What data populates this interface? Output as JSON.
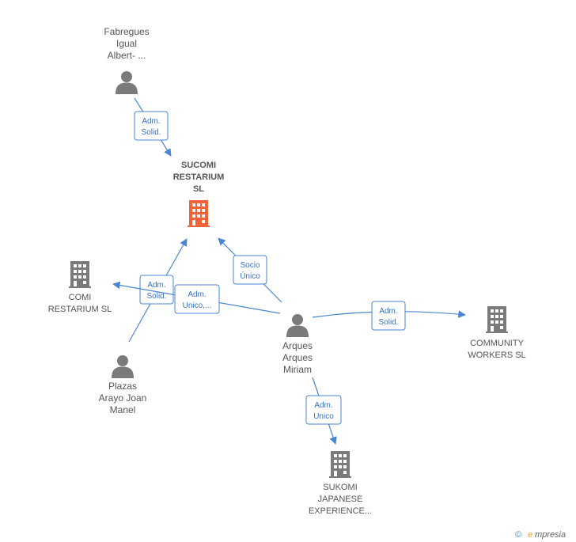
{
  "colors": {
    "edge": "#4a86d0",
    "person_icon": "#7a7a7a",
    "company_icon": "#7a7a7a",
    "highlight_company_icon": "#f4623a",
    "label": "#555555"
  },
  "nodes": [
    {
      "id": "fabregues",
      "kind": "person",
      "label_lines": [
        "Fabregues",
        "Igual",
        "Albert- ..."
      ]
    },
    {
      "id": "sucomi",
      "kind": "company",
      "highlight": true,
      "label_lines": [
        "SUCOMI",
        "RESTARIUM",
        "SL"
      ]
    },
    {
      "id": "comi",
      "kind": "company",
      "label_lines": [
        "COMI",
        "RESTARIUM  SL"
      ]
    },
    {
      "id": "plazas",
      "kind": "person",
      "label_lines": [
        "Plazas",
        "Arayo Joan",
        "Manel"
      ]
    },
    {
      "id": "arques",
      "kind": "person",
      "label_lines": [
        "Arques",
        "Arques",
        "Miriam"
      ]
    },
    {
      "id": "community",
      "kind": "company",
      "label_lines": [
        "COMMUNITY",
        "WORKERS  SL"
      ]
    },
    {
      "id": "sukomi",
      "kind": "company",
      "label_lines": [
        "SUKOMI",
        "JAPANESE",
        "EXPERIENCE..."
      ]
    }
  ],
  "edges": [
    {
      "from": "fabregues",
      "to": "sucomi",
      "label_lines": [
        "Adm.",
        "Solid."
      ]
    },
    {
      "from": "plazas",
      "to": "sucomi",
      "label_lines": [
        "Adm.",
        "Solid."
      ]
    },
    {
      "from": "arques",
      "to": "sucomi",
      "label_lines": [
        "Socio",
        "Único"
      ]
    },
    {
      "from": "arques",
      "to": "comi",
      "label_lines": [
        "Adm.",
        "Unico,..."
      ]
    },
    {
      "from": "arques",
      "to": "community",
      "label_lines": [
        "Adm.",
        "Solid."
      ]
    },
    {
      "from": "arques",
      "to": "sukomi",
      "label_lines": [
        "Adm.",
        "Unico"
      ]
    }
  ],
  "footer": {
    "copyright_symbol": "©",
    "brand_initial": "e",
    "brand_rest": "mpresia"
  }
}
